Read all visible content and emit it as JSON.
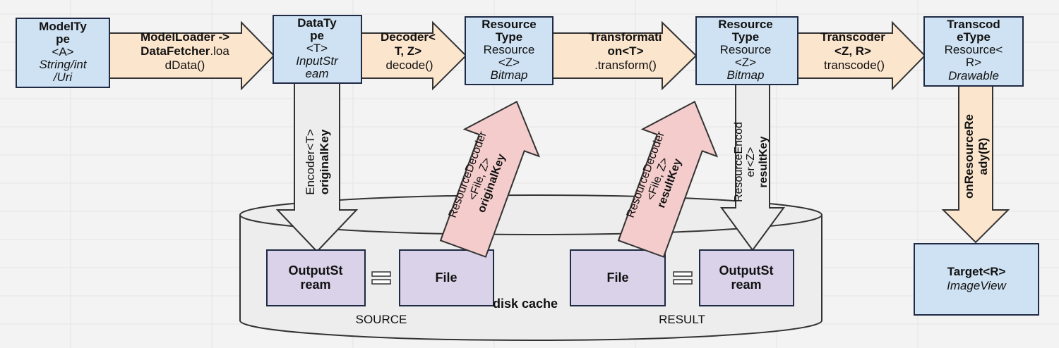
{
  "colors": {
    "background": "#f3f3f3",
    "type_box_fill": "#cfe2f3",
    "type_box_stroke": "#1f2a44",
    "cache_box_fill": "#d9d2e9",
    "cache_box_stroke": "#1f2a44",
    "step_arrow_fill": "#fce5cd",
    "decode_arrow_fill": "#f4cccc",
    "encode_arrow_fill": "#ededed",
    "cylinder_fill": "#ededed"
  },
  "nodes": {
    "model_type": {
      "l1": "ModelTy",
      "l2": "pe",
      "l3": "<A>",
      "l4": "String/int",
      "l5": "/Uri"
    },
    "data_type": {
      "l1": "DataTy",
      "l2": "pe",
      "l3": "<T>",
      "l4": "InputStr",
      "l5": "eam"
    },
    "resource_type_1": {
      "l1": "Resource",
      "l2": "Type",
      "l3": "Resource",
      "l4": "<Z>",
      "l5": "Bitmap"
    },
    "resource_type_2": {
      "l1": "Resource",
      "l2": "Type",
      "l3": "Resource",
      "l4": "<Z>",
      "l5": "Bitmap"
    },
    "transcode_type": {
      "l1": "Transcod",
      "l2": "eType",
      "l3": "Resource<",
      "l4": "R>",
      "l5": "Drawable"
    },
    "target": {
      "l1": "Target<R>",
      "l2": "ImageView"
    }
  },
  "steps": {
    "model_loader": {
      "l1": "ModelLoader ->",
      "l2a": "DataFetcher",
      "l2b": ".loa",
      "l3": "dData()"
    },
    "decoder": {
      "l1": "Decoder<",
      "l2": "T, Z>",
      "l3": "decode()"
    },
    "transformation": {
      "l1": "Transformati",
      "l2": "on<T>",
      "l3": ".transform()"
    },
    "transcoder": {
      "l1": "Transcoder",
      "l2": "<Z, R>",
      "l3": "transcode()"
    }
  },
  "cache": {
    "label": "disk cache",
    "source_label": "SOURCE",
    "result_label": "RESULT",
    "source_stream": {
      "l1": "OutputSt",
      "l2": "ream"
    },
    "source_file": "File",
    "result_file": "File",
    "result_stream": {
      "l1": "OutputSt",
      "l2": "ream"
    },
    "equals": "="
  },
  "flows": {
    "encoder": {
      "l1": "Encoder<T>",
      "l2": "originalKey"
    },
    "resource_decoder_source": {
      "l1": "ResourceDecoder",
      "l2": "<File, Z>",
      "l3": "originalKey"
    },
    "resource_decoder_result": {
      "l1": "ResourceDecoder",
      "l2": "<File, Z>",
      "l3": "resultKey"
    },
    "resource_encoder": {
      "l1": "ResourceEncod",
      "l2": "er<Z>",
      "l3": "resultKey"
    },
    "on_resource_ready": {
      "l1": "onResourceRe",
      "l2": "ady(R)"
    }
  }
}
